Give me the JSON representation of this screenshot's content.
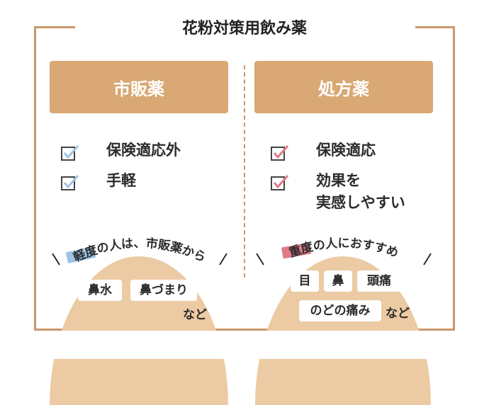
{
  "title": "花粉対策用飲み薬",
  "left": {
    "header": "市販薬",
    "items": [
      "保険適応外",
      "手軽"
    ],
    "arc_highlight": "軽度",
    "arc_text": "の人は、市販薬から",
    "symptoms": [
      "鼻水",
      "鼻づまり"
    ],
    "etc": "など"
  },
  "right": {
    "header": "処方薬",
    "items": [
      "保険適応",
      "効果を",
      "実感しやすい"
    ],
    "arc_highlight": "重度",
    "arc_text": "の人におすすめ",
    "symptoms": [
      "目",
      "鼻",
      "頭痛",
      "のどの痛み"
    ],
    "etc": "など"
  },
  "colors": {
    "accent": "#d9a874",
    "frame": "#c9976a",
    "dome": "#eccaa3",
    "check_blue": "#9cc4e6",
    "check_red": "#e07a87"
  }
}
